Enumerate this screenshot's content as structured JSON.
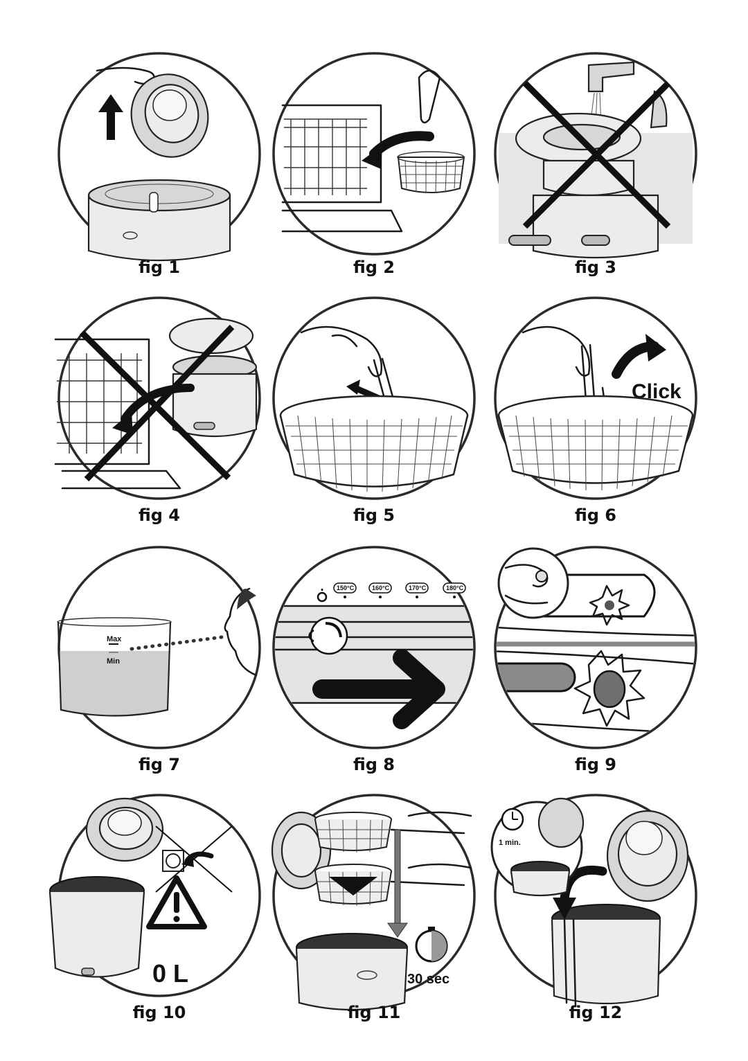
{
  "figures": [
    {
      "caption": "fig 1",
      "icon": "lid-removal-illustration"
    },
    {
      "caption": "fig 2",
      "icon": "dishwasher-basket-illustration"
    },
    {
      "caption": "fig 3",
      "icon": "no-tap-water-illustration"
    },
    {
      "caption": "fig 4",
      "icon": "no-dishwasher-unit-illustration"
    },
    {
      "caption": "fig 5",
      "icon": "basket-handle-fold-illustration"
    },
    {
      "caption": "fig 6",
      "icon": "basket-handle-click-illustration",
      "label": "Click"
    },
    {
      "caption": "fig 7",
      "icon": "oil-level-check-illustration",
      "max_label": "Max",
      "min_label": "Min"
    },
    {
      "caption": "fig 8",
      "icon": "thermostat-dial-illustration",
      "temps": [
        "150°C",
        "160°C",
        "170°C",
        "180°C"
      ]
    },
    {
      "caption": "fig 9",
      "icon": "indicator-light-illustration"
    },
    {
      "caption": "fig 10",
      "icon": "unplug-warning-illustration",
      "volume_label": "0 L"
    },
    {
      "caption": "fig 11",
      "icon": "basket-lowering-illustration",
      "time_label": "30 sec"
    },
    {
      "caption": "fig 12",
      "icon": "lid-closing-illustration",
      "time_label": "1 min."
    }
  ],
  "colors": {
    "line": "#1a1a1a",
    "fill_grey": "#d7d7d7",
    "oil": "#cfcfcf",
    "indicator": "#7a7a7a"
  }
}
